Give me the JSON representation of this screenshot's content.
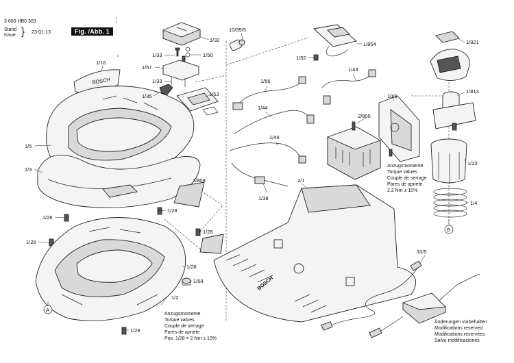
{
  "header": {
    "doc_number": "3 600 HB0 303",
    "stand_issue_label_1": "Stand",
    "stand_issue_label_2": "Issue",
    "date": "23-01-13",
    "figure_label": "Fig. /Abb. 1"
  },
  "parts": [
    {
      "id": "1/32",
      "label": "1/32"
    },
    {
      "id": "10/39/5",
      "label": "10/39/5"
    },
    {
      "id": "1/33a",
      "label": "1/33"
    },
    {
      "id": "1/50",
      "label": "1/50"
    },
    {
      "id": "1/57",
      "label": "1/57"
    },
    {
      "id": "1/16",
      "label": "1/16"
    },
    {
      "id": "1/33b",
      "label": "1/33"
    },
    {
      "id": "1/35",
      "label": "1/35"
    },
    {
      "id": "1/53",
      "label": "1/53"
    },
    {
      "id": "1/5",
      "label": "1/5"
    },
    {
      "id": "1/3",
      "label": "1/3"
    },
    {
      "id": "1/808",
      "label": "1/808"
    },
    {
      "id": "1/28a",
      "label": "1/28"
    },
    {
      "id": "1/28b",
      "label": "1/28"
    },
    {
      "id": "1/28c",
      "label": "1/28"
    },
    {
      "id": "1/28d",
      "label": "1/28"
    },
    {
      "id": "1/28e",
      "label": "1/28"
    },
    {
      "id": "1/28f",
      "label": "1/28"
    },
    {
      "id": "1/58",
      "label": "1/58"
    },
    {
      "id": "1/2",
      "label": "1/2"
    },
    {
      "id": "1/52",
      "label": "1/52"
    },
    {
      "id": "1/854",
      "label": "1/854"
    },
    {
      "id": "1/56",
      "label": "1/56"
    },
    {
      "id": "1/43",
      "label": "1/43"
    },
    {
      "id": "1/44",
      "label": "1/44"
    },
    {
      "id": "10/9",
      "label": "10/9"
    },
    {
      "id": "2/805",
      "label": "2/805"
    },
    {
      "id": "1/49",
      "label": "1/49"
    },
    {
      "id": "1/38",
      "label": "1/38"
    },
    {
      "id": "2/1",
      "label": "2/1"
    },
    {
      "id": "1/821",
      "label": "1/821"
    },
    {
      "id": "1/813",
      "label": "1/813"
    },
    {
      "id": "1/23",
      "label": "1/23"
    },
    {
      "id": "1/4",
      "label": "1/4"
    },
    {
      "id": "10/5",
      "label": "10/5"
    }
  ],
  "callouts": {
    "a": "A",
    "b": "B"
  },
  "brand": "BOSCH",
  "torque_note_1": {
    "lines": [
      "Anzugsmomente",
      "Torque values",
      "Couple de serrage",
      "Pares de apriete",
      "2,2 Nm ± 10%"
    ]
  },
  "torque_note_2": {
    "lines": [
      "Anzugsmomente",
      "Torque values",
      "Couple de serrage",
      "Pares de apriete",
      "Pos.    1/28 = 2 Nm ± 10%"
    ]
  },
  "modifications_note": {
    "lines": [
      "Änderungen vorbehalten",
      "Modifications reserved",
      "Modifications reservées",
      "Salvo modificaciones"
    ]
  }
}
